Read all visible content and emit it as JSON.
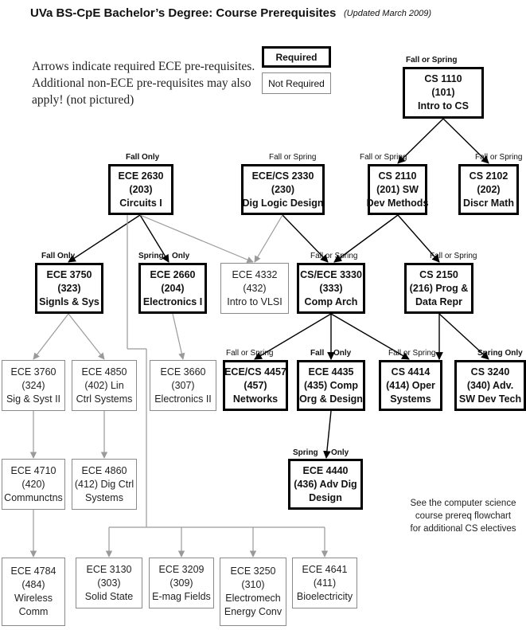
{
  "header": {
    "title": "UVa BS-CpE Bachelor’s Degree: Course Prerequisites",
    "updated": "(Updated March 2009)"
  },
  "note": {
    "lines": [
      "Arrows indicate required ECE pre-requisites.",
      "Additional non-ECE pre-requisites may also",
      "apply! (not pictured)"
    ]
  },
  "legend": {
    "required": "Required",
    "not_required": "Not Required"
  },
  "cs_note": {
    "lines": [
      "See the computer science",
      "course prereq flowchart",
      "for additional CS electives"
    ]
  },
  "semester": {
    "cs1110": "Fall or Spring",
    "ece2630": "Fall Only",
    "ece2330": "Fall or Spring",
    "cs2110": "Fall or Spring",
    "cs2102": "Fall or Spring",
    "ece3750": "Fall Only",
    "ece2660_a": "Spring",
    "ece2660_b": "Only",
    "ece3330": "Fall or Spring",
    "cs2150": "Fall or Spring",
    "ece4457": "Fall or Spring",
    "ece4435_a": "Fall",
    "ece4435_b": "Only",
    "cs4414": "Fall or Spring",
    "cs3240": "Spring Only",
    "ece4440_a": "Spring",
    "ece4440_b": "Only"
  },
  "courses": {
    "cs1110": {
      "required": true,
      "lines": [
        "CS 1110",
        "(101)",
        "Intro to CS"
      ]
    },
    "ece2630": {
      "required": true,
      "lines": [
        "ECE 2630",
        "(203)",
        "Circuits I"
      ]
    },
    "ece2330": {
      "required": true,
      "lines": [
        "ECE/CS 2330",
        "(230)",
        "Dig Logic Design"
      ]
    },
    "cs2110": {
      "required": true,
      "lines": [
        "CS 2110",
        "(201)  SW",
        "Dev Methods"
      ]
    },
    "cs2102": {
      "required": true,
      "lines": [
        "CS 2102",
        "(202)",
        "Discr Math"
      ]
    },
    "ece3750": {
      "required": true,
      "lines": [
        "ECE 3750",
        "(323)",
        "Signls & Sys"
      ]
    },
    "ece2660": {
      "required": true,
      "lines": [
        "ECE 2660",
        "(204)",
        "Electronics I"
      ]
    },
    "ece4332": {
      "required": false,
      "lines": [
        "ECE 4332",
        "(432)",
        "Intro to VLSI"
      ]
    },
    "ece3330": {
      "required": true,
      "lines": [
        "CS/ECE 3330",
        "(333)",
        "Comp Arch"
      ]
    },
    "cs2150": {
      "required": true,
      "lines": [
        "CS 2150",
        "(216) Prog &",
        "Data Repr"
      ]
    },
    "ece3760": {
      "required": false,
      "lines": [
        "ECE 3760",
        "(324)",
        "Sig & Syst II"
      ]
    },
    "ece4850": {
      "required": false,
      "lines": [
        "ECE 4850",
        "(402) Lin",
        "Ctrl Systems"
      ]
    },
    "ece3660": {
      "required": false,
      "lines": [
        "ECE 3660",
        "(307)",
        "Electronics II"
      ]
    },
    "ece4457": {
      "required": true,
      "lines": [
        "ECE/CS 4457",
        "(457)",
        "Networks"
      ]
    },
    "ece4435": {
      "required": true,
      "lines": [
        "ECE 4435",
        "(435) Comp",
        "Org & Design"
      ]
    },
    "cs4414": {
      "required": true,
      "lines": [
        "CS 4414",
        "(414)  Oper",
        "Systems"
      ]
    },
    "cs3240": {
      "required": true,
      "lines": [
        "CS 3240",
        "(340)  Adv.",
        "SW Dev Tech"
      ]
    },
    "ece4710": {
      "required": false,
      "lines": [
        "ECE 4710",
        "(420)",
        "Communctns"
      ]
    },
    "ece4860": {
      "required": false,
      "lines": [
        "ECE 4860",
        "(412) Dig Ctrl",
        "Systems"
      ]
    },
    "ece4440": {
      "required": true,
      "lines": [
        "ECE 4440",
        "(436) Adv Dig",
        "Design"
      ]
    },
    "ece4784": {
      "required": false,
      "lines": [
        "ECE 4784",
        "(484)",
        "Wireless",
        "Comm"
      ]
    },
    "ece3130": {
      "required": false,
      "lines": [
        "ECE 3130",
        "(303)",
        "Solid State"
      ]
    },
    "ece3209": {
      "required": false,
      "lines": [
        "ECE 3209",
        "(309)",
        "E-mag Fields"
      ]
    },
    "ece3250": {
      "required": false,
      "lines": [
        "ECE 3250",
        "(310)",
        "Electromech",
        "Energy Conv"
      ]
    },
    "ece4641": {
      "required": false,
      "lines": [
        "ECE 4641",
        "(411)",
        "Bioelectricity"
      ]
    }
  }
}
